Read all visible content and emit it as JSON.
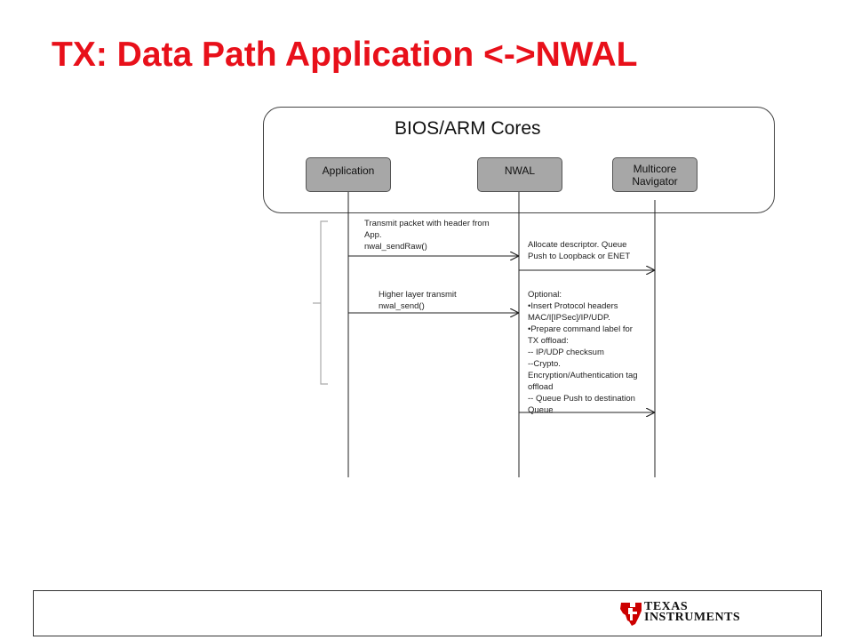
{
  "slide": {
    "title": "TX: Data Path Application <->NWAL"
  },
  "diagram": {
    "container_label": "BIOS/ARM Cores",
    "components": {
      "application": "Application",
      "nwal": "NWAL",
      "navigator_line1": "Multicore",
      "navigator_line2": "Navigator"
    },
    "messages": {
      "send_raw": {
        "line1": "Transmit packet with header from",
        "line2": "App.",
        "line3": "nwal_sendRaw()"
      },
      "allocate": {
        "line1": "Allocate  descriptor. Queue",
        "line2": "Push to Loopback or ENET"
      },
      "send": {
        "line1": "Higher layer transmit",
        "line2": "nwal_send()"
      },
      "optional": {
        "line1": "Optional:",
        "line2": "•Insert Protocol  headers",
        "line3": "MAC/I[IPSec]/IP/UDP.",
        "line4": "•Prepare command label for",
        "line5": "TX offload:",
        "line6": "-- IP/UDP checksum",
        "line7": "--Crypto.",
        "line8": "Encryption/Authentication tag",
        "line9": "offload",
        "line10": "-- Queue Push to  destination",
        "line11": "Queue"
      }
    },
    "colors": {
      "title": "#e8101a",
      "component_fill": "#a7a7a7",
      "bracket": "#aaaaaa",
      "logo_red": "#cc0000"
    }
  },
  "footer": {
    "logo_line1": "TEXAS",
    "logo_line2": "INSTRUMENTS"
  }
}
